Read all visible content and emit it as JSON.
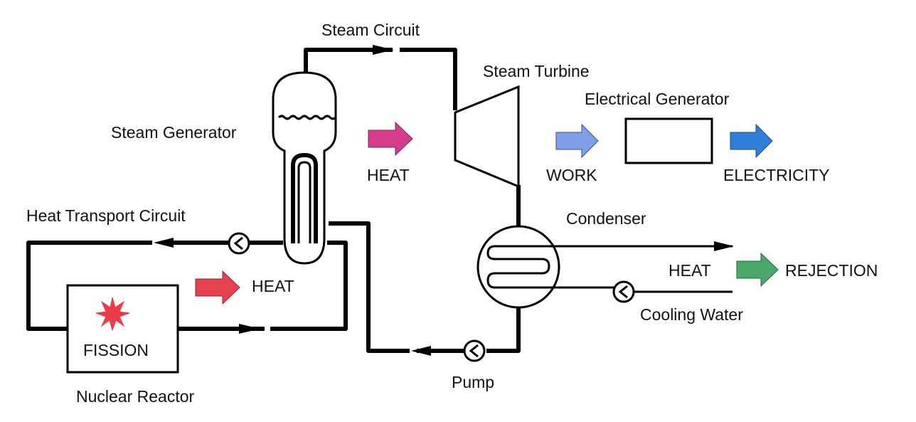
{
  "labels": {
    "steam_circuit": "Steam Circuit",
    "steam_turbine": "Steam Turbine",
    "electrical_generator": "Electrical Generator",
    "steam_generator": "Steam Generator",
    "heat_upper": "HEAT",
    "work": "WORK",
    "electricity": "ELECTRICITY",
    "heat_transport_circuit": "Heat Transport Circuit",
    "condenser": "Condenser",
    "heat_middle": "HEAT",
    "heat_right": "HEAT",
    "rejection": "REJECTION",
    "fission": "FISSION",
    "cooling_water": "Cooling Water",
    "pump": "Pump",
    "nuclear_reactor": "Nuclear Reactor"
  },
  "colors": {
    "heat_turbine_arrow": "#d63b8c",
    "heat_reactor_arrow": "#e8414f",
    "work_arrow": "#7fa0e8",
    "electricity_arrow": "#2f7fd8",
    "rejection_arrow": "#4aa86a",
    "fission_star": "#ee3b4a"
  }
}
